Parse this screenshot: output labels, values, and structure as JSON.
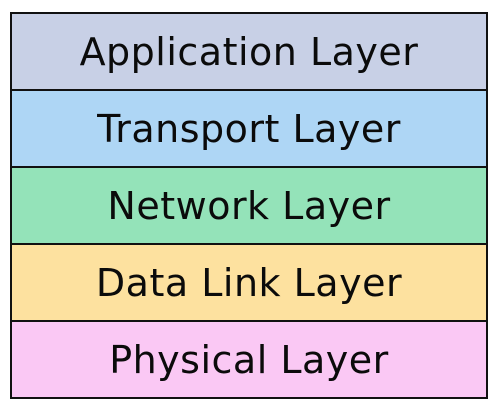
{
  "layers": [
    {
      "label": "Application Layer",
      "color": "#c8d0e6"
    },
    {
      "label": "Transport Layer",
      "color": "#aed6f5"
    },
    {
      "label": "Network Layer",
      "color": "#94e3b9"
    },
    {
      "label": "Data Link Layer",
      "color": "#fde19f"
    },
    {
      "label": "Physical Layer",
      "color": "#fac8f4"
    }
  ]
}
